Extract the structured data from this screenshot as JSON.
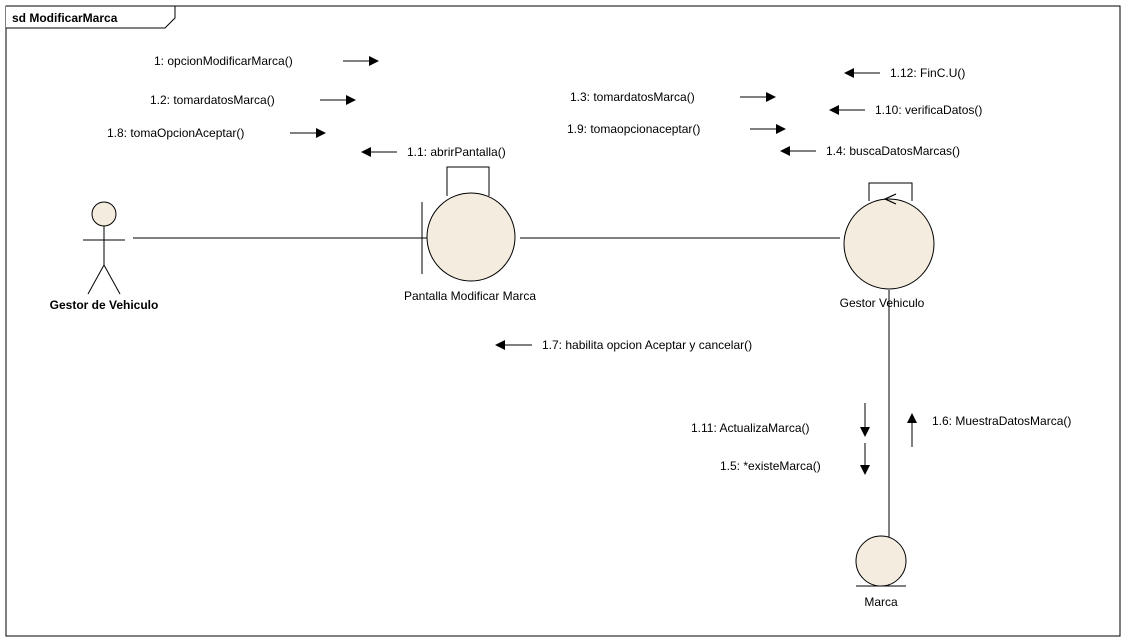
{
  "frame": {
    "title": "sd ModificarMarca"
  },
  "elements": {
    "actor": {
      "name": "Gestor de Vehiculo"
    },
    "boundary": {
      "name": "Pantalla Modificar Marca"
    },
    "control": {
      "name": "Gestor Vehiculo"
    },
    "entity": {
      "name": "Marca"
    }
  },
  "messages": {
    "m1": "1: opcionModificarMarca()",
    "m1_2": "1.2: tomardatosMarca()",
    "m1_8": "1.8: tomaOpcionAceptar()",
    "m1_1": "1.1: abrirPantalla()",
    "m1_3": "1.3: tomardatosMarca()",
    "m1_9": "1.9: tomaopcionaceptar()",
    "m1_12": "1.12: FinC.U()",
    "m1_10": "1.10: verificaDatos()",
    "m1_4": "1.4: buscaDatosMarcas()",
    "m1_7": "1.7: habilita opcion Aceptar y cancelar()",
    "m1_11": "1.11: ActualizaMarca()",
    "m1_5": "1.5: *existeMarca()",
    "m1_6": "1.6: MuestraDatosMarca()"
  },
  "colors": {
    "element_fill": "#f4ecdf",
    "stroke": "#000000"
  }
}
